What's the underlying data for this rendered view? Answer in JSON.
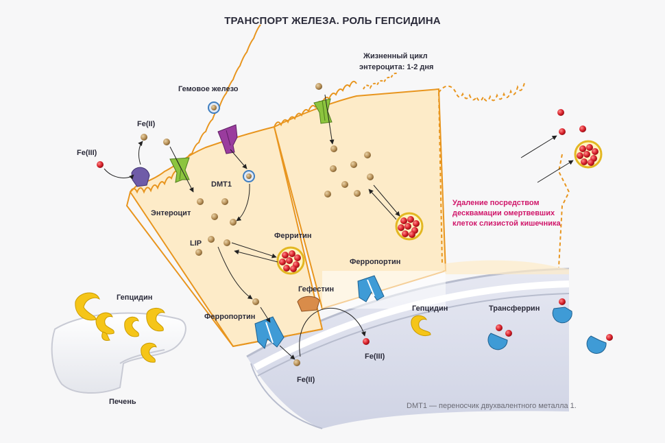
{
  "title": "ТРАНСПОРТ ЖЕЛЕЗА. РОЛЬ ГЕПСИДИНА",
  "labels": {
    "fe3_left": "Fe(III)",
    "fe2_top": "Fe(II)",
    "heme_iron": "Гемовое железо",
    "lifecycle_line1": "Жизненный цикл",
    "lifecycle_line2": "энтероцита: 1-2 дня",
    "dmt1": "DMT1",
    "enterocyte": "Энтероцит",
    "lip": "LIP",
    "ferritin": "Ферритин",
    "hepcidin_liver": "Гепцидин",
    "ferroportin_left": "Ферропортин",
    "hephaestin": "Гефестин",
    "ferroportin_right": "Ферропортин",
    "hepcidin_blood": "Гепцидин",
    "transferrin": "Трансферрин",
    "fe3_blood": "Fe(III)",
    "fe2_blood": "Fe(II)",
    "liver": "Печень",
    "removal_line1": "Удаление посредством",
    "removal_line2": "десквамации омертвевших",
    "removal_line3": "клеток слизистой кишечника"
  },
  "footnote": "DMT1 — переносчик двухвалентного металла 1.",
  "colors": {
    "cell_fill": "#fdebc8",
    "cell_outline": "#e8951e",
    "iron_dot": "#b9925a",
    "fe3_dot": "#d8202a",
    "dmt1": "#8cc43e",
    "heme_transporter": "#9a3c9e",
    "fe3_reductase": "#6f5ca8",
    "ferroportin": "#3f9bd6",
    "hephaestin": "#d98c4a",
    "hepcidin": "#f5c518",
    "transferrin": "#3f9bd6",
    "accent_text": "#d0166a"
  }
}
